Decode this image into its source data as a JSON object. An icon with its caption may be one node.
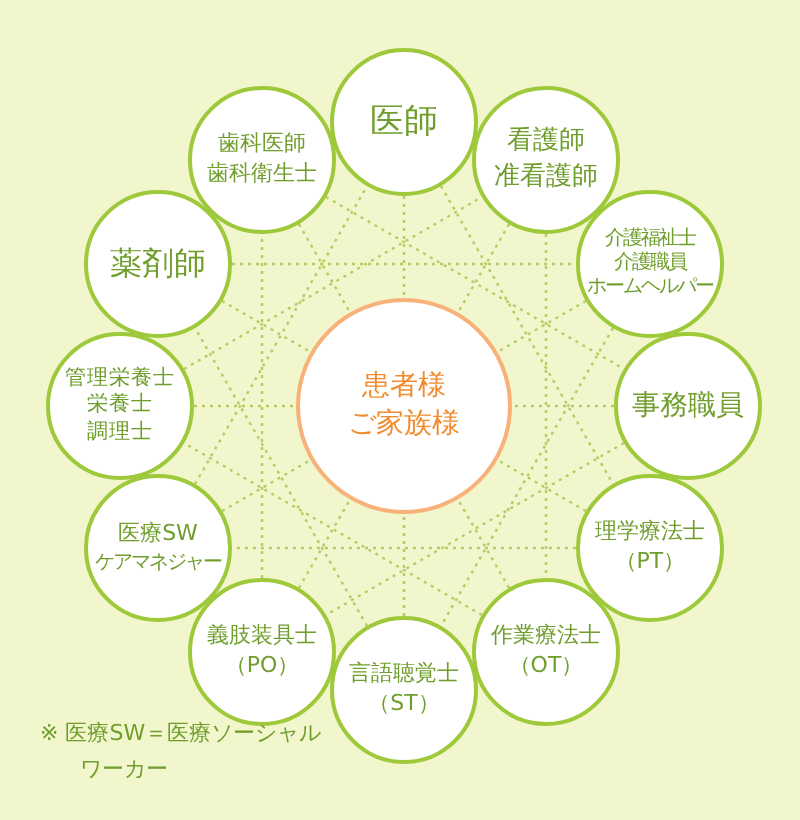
{
  "diagram": {
    "nodes": [
      {
        "text": [
          "患者様",
          "ご家族様"
        ]
      },
      {
        "text": [
          "医師"
        ]
      },
      {
        "text": [
          "看護師",
          "准看護師"
        ]
      },
      {
        "text": [
          "介護福祉士",
          "介護職員",
          "ホームヘルパー"
        ]
      },
      {
        "text": [
          "事務職員"
        ]
      },
      {
        "text": [
          "理学療法士",
          "（PT）"
        ]
      },
      {
        "text": [
          "作業療法士",
          "（OT）"
        ]
      },
      {
        "text": [
          "言語聴覚士",
          "（ST）"
        ]
      },
      {
        "text": [
          "義肢装具士",
          "（PO）"
        ]
      },
      {
        "text": [
          "医療SW",
          "ケアマネジャー"
        ]
      },
      {
        "text": [
          "管理栄養士",
          "栄養士",
          "調理士"
        ]
      },
      {
        "text": [
          "薬剤師"
        ]
      },
      {
        "text": [
          "歯科医師",
          "歯科衛生士"
        ]
      }
    ],
    "edges": [
      {
        "from": 1,
        "to": 0,
        "arrow": "none",
        "style": "dashed"
      },
      {
        "from": 2,
        "to": 0,
        "arrow": "none",
        "style": "dashed"
      },
      {
        "from": 3,
        "to": 0,
        "arrow": "none",
        "style": "dashed"
      },
      {
        "from": 4,
        "to": 0,
        "arrow": "none",
        "style": "dashed"
      },
      {
        "from": 5,
        "to": 0,
        "arrow": "none",
        "style": "dashed"
      },
      {
        "from": 6,
        "to": 0,
        "arrow": "none",
        "style": "dashed"
      },
      {
        "from": 7,
        "to": 0,
        "arrow": "none",
        "style": "dashed"
      },
      {
        "from": 8,
        "to": 0,
        "arrow": "none",
        "style": "dashed"
      },
      {
        "from": 9,
        "to": 0,
        "arrow": "none",
        "style": "dashed"
      },
      {
        "from": 10,
        "to": 0,
        "arrow": "none",
        "style": "dashed"
      },
      {
        "from": 11,
        "to": 0,
        "arrow": "none",
        "style": "dashed"
      },
      {
        "from": 12,
        "to": 0,
        "arrow": "none",
        "style": "dashed"
      },
      {
        "from": 1,
        "to": 5,
        "arrow": "none",
        "style": "dashed"
      },
      {
        "from": 2,
        "to": 6,
        "arrow": "none",
        "style": "dashed"
      },
      {
        "from": 3,
        "to": 7,
        "arrow": "none",
        "style": "dashed"
      },
      {
        "from": 4,
        "to": 8,
        "arrow": "none",
        "style": "dashed"
      },
      {
        "from": 5,
        "to": 9,
        "arrow": "none",
        "style": "dashed"
      },
      {
        "from": 6,
        "to": 10,
        "arrow": "none",
        "style": "dashed"
      },
      {
        "from": 7,
        "to": 11,
        "arrow": "none",
        "style": "dashed"
      },
      {
        "from": 8,
        "to": 12,
        "arrow": "none",
        "style": "dashed"
      },
      {
        "from": 9,
        "to": 1,
        "arrow": "none",
        "style": "dashed"
      },
      {
        "from": 10,
        "to": 2,
        "arrow": "none",
        "style": "dashed"
      },
      {
        "from": 11,
        "to": 3,
        "arrow": "none",
        "style": "dashed"
      },
      {
        "from": 12,
        "to": 4,
        "arrow": "none",
        "style": "dashed"
      }
    ],
    "labels": [
      "※ 医療SW＝医療ソーシャルワーカー"
    ]
  }
}
